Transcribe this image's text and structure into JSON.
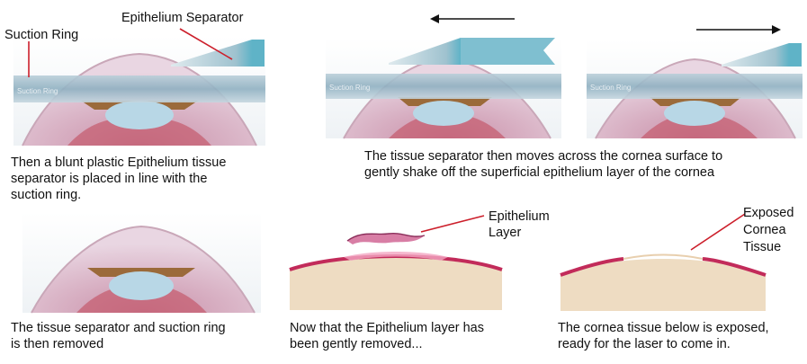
{
  "labels": {
    "suction_ring": "Suction Ring",
    "epithelium_separator": "Epithelium Separator",
    "ring_inline": "Suction Ring",
    "epithelium_layer_line1": "Epithelium",
    "epithelium_layer_line2": "Layer",
    "exposed_line1": "Exposed",
    "exposed_line2": "Cornea",
    "exposed_line3": "Tissue"
  },
  "captions": {
    "step1": [
      "Then a blunt plastic Epithelium tissue",
      "separator is placed in line with the",
      "suction ring."
    ],
    "step2": [
      "The tissue separator then moves across the cornea surface to",
      "gently shake off the superficial epithelium layer of the cornea"
    ],
    "step3": [
      "The tissue separator and suction ring",
      "is then removed"
    ],
    "step4": [
      "Now that the Epithelium layer has",
      "been gently removed..."
    ],
    "step5": [
      "The cornea tissue below is exposed,",
      "ready for the laser to come in."
    ]
  },
  "colors": {
    "ring_blue": "#8fb3c4",
    "separator_teal": "#5fb3c7",
    "eye_pink": "#d8b9cf",
    "lens_blue": "#b8d7e6",
    "iris_brown": "#9b6a3a",
    "tissue_beige": "#eedcc2",
    "epithelium_pink": "#e89ab5",
    "annotation_red": "#cc1f2b",
    "arrow_black": "#111111"
  },
  "arrows": {
    "step2a": "left",
    "step2b": "right"
  }
}
